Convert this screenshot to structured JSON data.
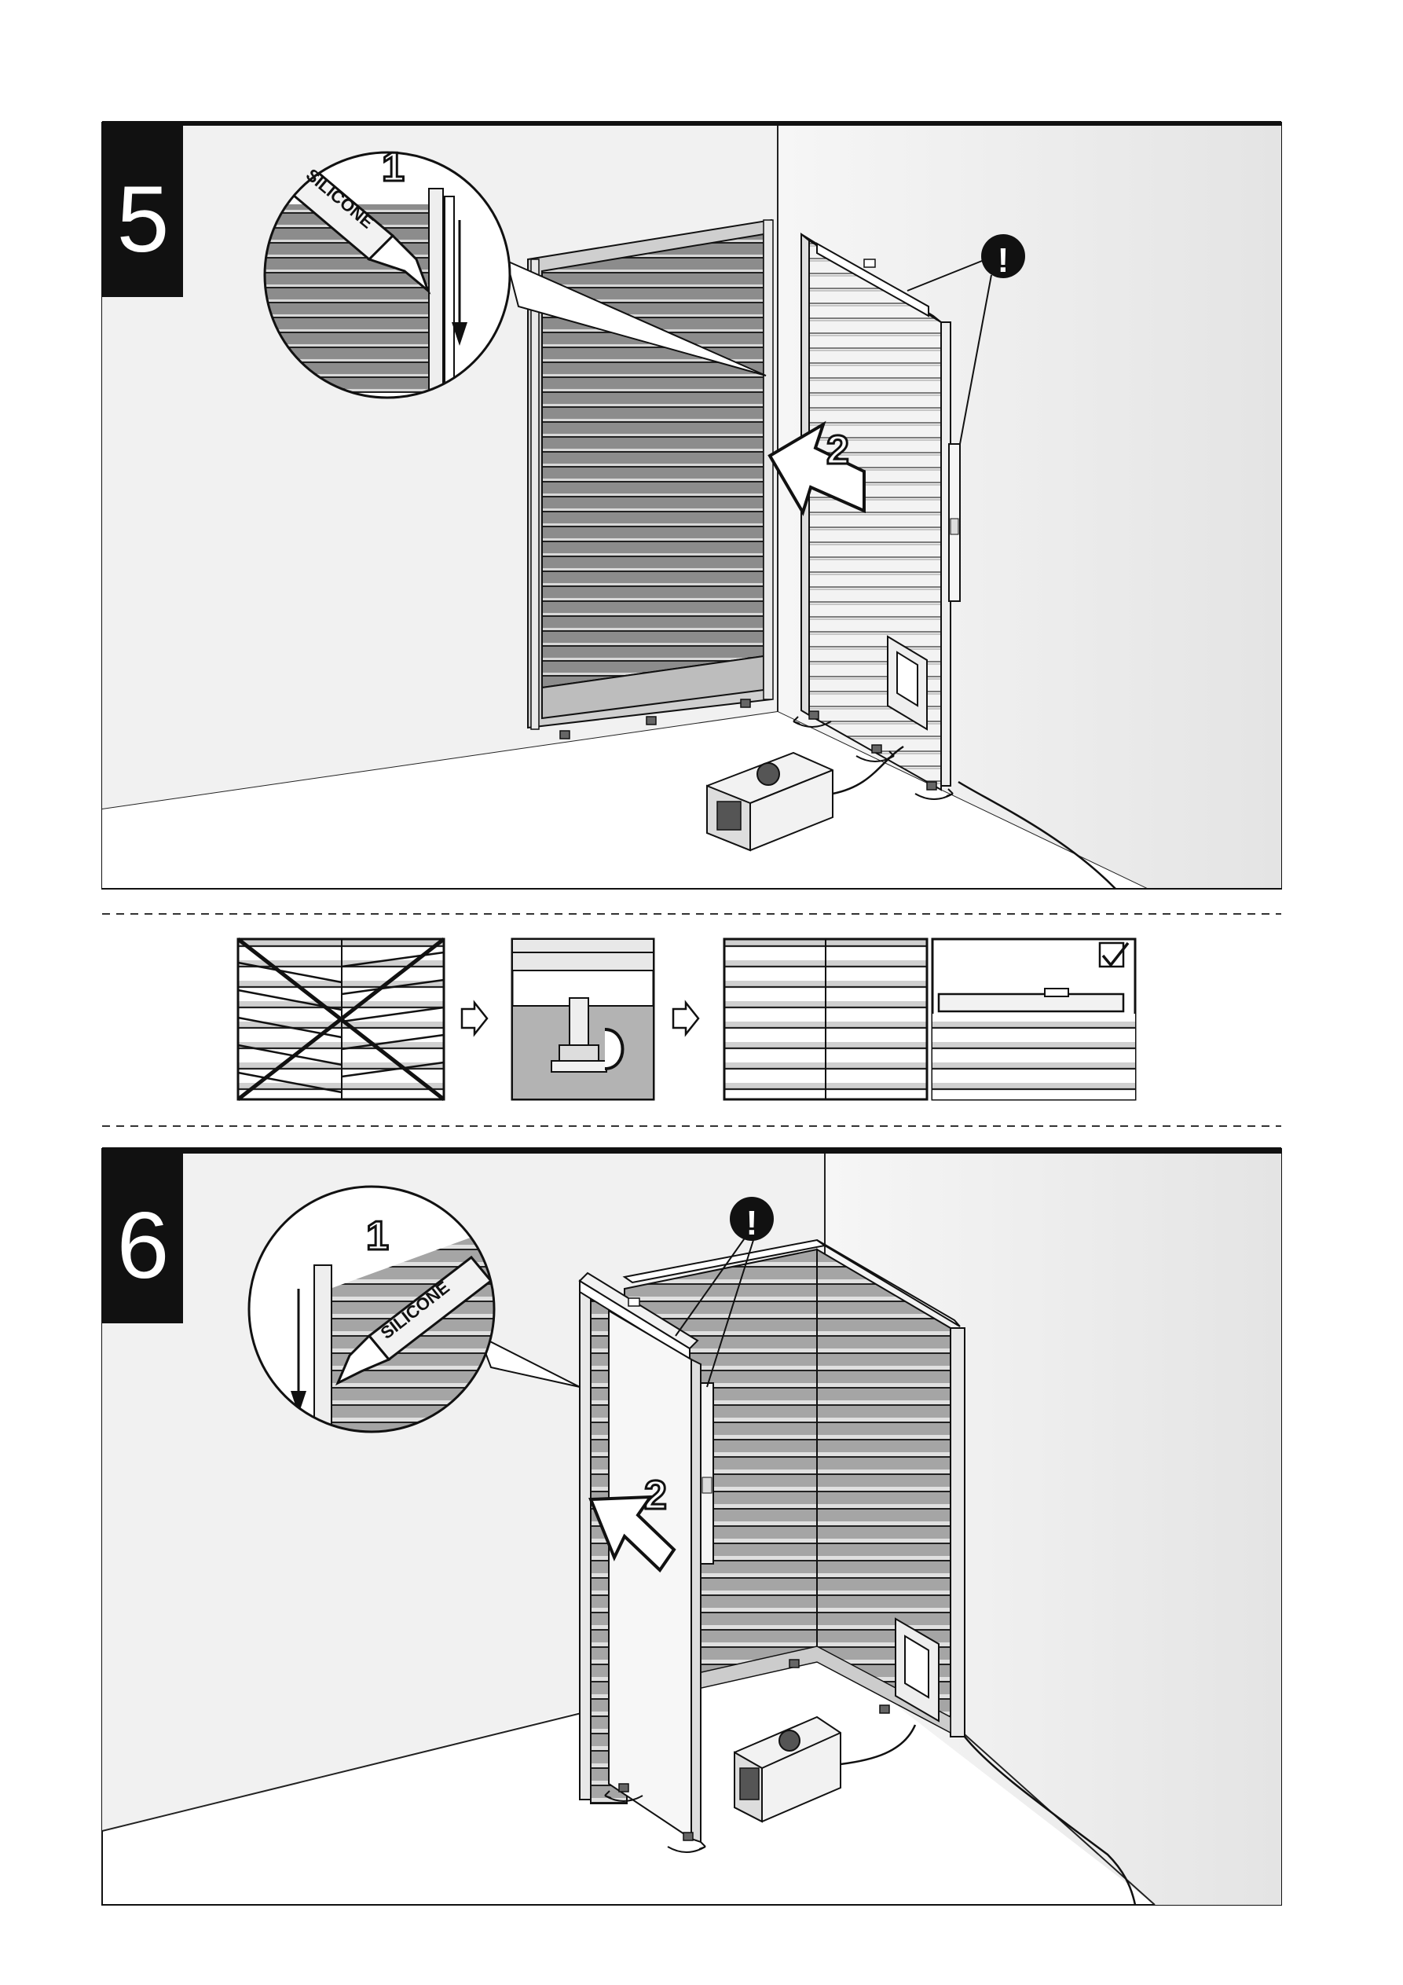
{
  "step5": {
    "number": "5",
    "callout_label": "1",
    "silicone_label": "SILICONE",
    "slide_label": "2",
    "warning_glyph": "!"
  },
  "level_strip": {
    "step1": {
      "state": "wrong"
    },
    "step2": {
      "action": "adjust-foot"
    },
    "step3": {
      "state": "aligned"
    },
    "step4": {
      "state": "checked"
    }
  },
  "step6": {
    "number": "6",
    "callout_label": "1",
    "silicone_label": "SILICONE",
    "slide_label": "2",
    "warning_glyph": "!"
  },
  "icons": [
    "warning-icon",
    "arrow-right-icon",
    "checkbox-tick-icon",
    "rotate-arrow-icon",
    "silicone-tube-icon",
    "down-arrow-icon"
  ],
  "colors": {
    "ink": "#111111",
    "wall_light": "#f2f2f2",
    "wall_shadow": "#e2e2e2",
    "panel_dark": "#8c8c8c",
    "panel_light": "#f4f4f4"
  }
}
